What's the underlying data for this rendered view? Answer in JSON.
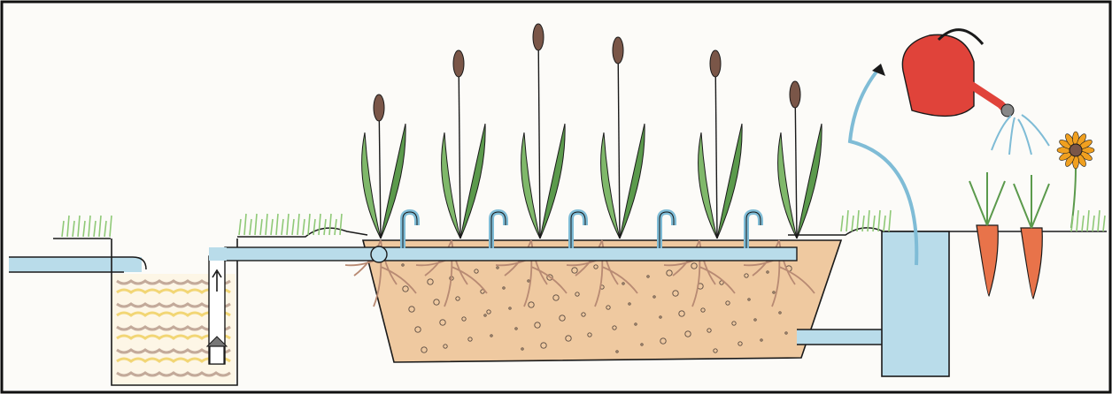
{
  "diagram": {
    "kind": "constructed wetland wastewater treatment illustration",
    "labels": [],
    "components": [
      {
        "id": "inlet-pipe",
        "label": ""
      },
      {
        "id": "septic-tank",
        "label": ""
      },
      {
        "id": "pump-shaft",
        "label": ""
      },
      {
        "id": "distribution-pipe",
        "label": ""
      },
      {
        "id": "reed-bed",
        "label": ""
      },
      {
        "id": "outlet-pipe",
        "label": ""
      },
      {
        "id": "storage-tank",
        "label": ""
      },
      {
        "id": "watering-can",
        "label": ""
      },
      {
        "id": "garden",
        "label": ""
      }
    ]
  },
  "colors": {
    "paper": "#fcfbf8",
    "frame": "#111111",
    "ink": "#1a1a1a",
    "water": "#b9dcea",
    "water_dark": "#7fbcd6",
    "soil": "#efc9a0",
    "roots": "#b88a73",
    "reed_leaf": "#7fb86a",
    "reed_leaf_dark": "#5b9a4c",
    "cattail": "#7a5648",
    "grass": "#8fc977",
    "sludge_brown": "#b99c8c",
    "sludge_yellow": "#f0d060",
    "watering_can": "#e0433a",
    "sunflower": "#f0a020",
    "carrot": "#e8734a"
  },
  "icons": [
    "watering-can-icon",
    "sunflower-icon",
    "carrot-icon",
    "cattail-icon",
    "arrow-up-icon"
  ]
}
